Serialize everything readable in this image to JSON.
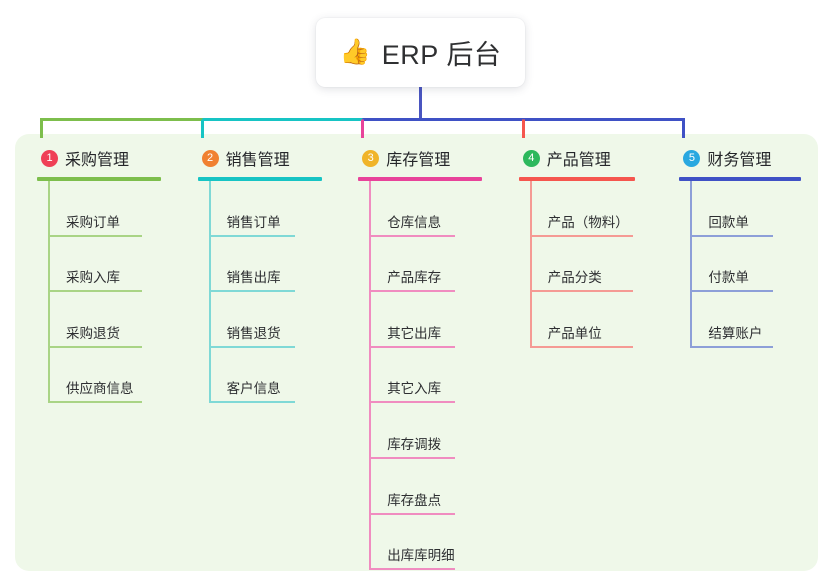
{
  "root": {
    "icon": "thumbs-up-icon",
    "icon_glyph": "👍",
    "title": "ERP 后台"
  },
  "theme": {
    "page_background": "#ffffff",
    "panel_background": "#eff8e9",
    "card_background": "#ffffff",
    "text_color": "#2d2e31",
    "root_connector": "#4a55c0"
  },
  "columns": [
    {
      "number": "1",
      "title": "采购管理",
      "badge_color": "#ef4056",
      "line_color": "#7dbe4c",
      "leaf_line_color": "#a9d485",
      "items": [
        {
          "label": "采购订单"
        },
        {
          "label": "采购入库"
        },
        {
          "label": "采购退货"
        },
        {
          "label": "供应商信息"
        }
      ]
    },
    {
      "number": "2",
      "title": "销售管理",
      "badge_color": "#f08131",
      "line_color": "#17c4c4",
      "leaf_line_color": "#7fd9d6",
      "items": [
        {
          "label": "销售订单"
        },
        {
          "label": "销售出库"
        },
        {
          "label": "销售退货"
        },
        {
          "label": "客户信息"
        }
      ]
    },
    {
      "number": "3",
      "title": "库存管理",
      "badge_color": "#f0b429",
      "line_color": "#e8439a",
      "leaf_line_color": "#f08cc0",
      "items": [
        {
          "label": "仓库信息"
        },
        {
          "label": "产品库存"
        },
        {
          "label": "其它出库"
        },
        {
          "label": "其它入库"
        },
        {
          "label": "库存调拨"
        },
        {
          "label": "库存盘点"
        },
        {
          "label": "出库库明细"
        }
      ]
    },
    {
      "number": "4",
      "title": "产品管理",
      "badge_color": "#2cb85c",
      "line_color": "#f5564e",
      "leaf_line_color": "#f59a94",
      "items": [
        {
          "label": "产品（物料）"
        },
        {
          "label": "产品分类"
        },
        {
          "label": "产品单位"
        }
      ]
    },
    {
      "number": "5",
      "title": "财务管理",
      "badge_color": "#29a8e0",
      "line_color": "#3f51c5",
      "leaf_line_color": "#8d9fd8",
      "items": [
        {
          "label": "回款单"
        },
        {
          "label": "付款单"
        },
        {
          "label": "结算账户"
        }
      ]
    }
  ]
}
